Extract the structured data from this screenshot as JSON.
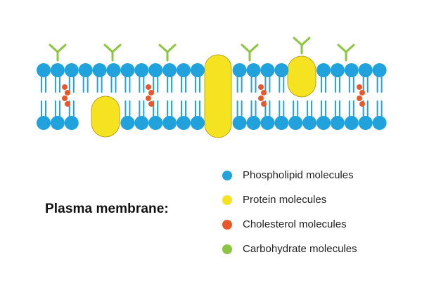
{
  "title": "Plasma membrane:",
  "colors": {
    "phospholipid": "#22a2dc",
    "protein": "#f5e322",
    "cholesterol": "#e8582b",
    "carbohydrate": "#8cc540"
  },
  "legend": [
    {
      "label": "Phospholipid molecules",
      "color": "#22a2dc"
    },
    {
      "label": "Protein molecules",
      "color": "#f5e322"
    },
    {
      "label": "Cholesterol molecules",
      "color": "#e8582b"
    },
    {
      "label": "Carbohydrate molecules",
      "color": "#8cc540"
    }
  ]
}
